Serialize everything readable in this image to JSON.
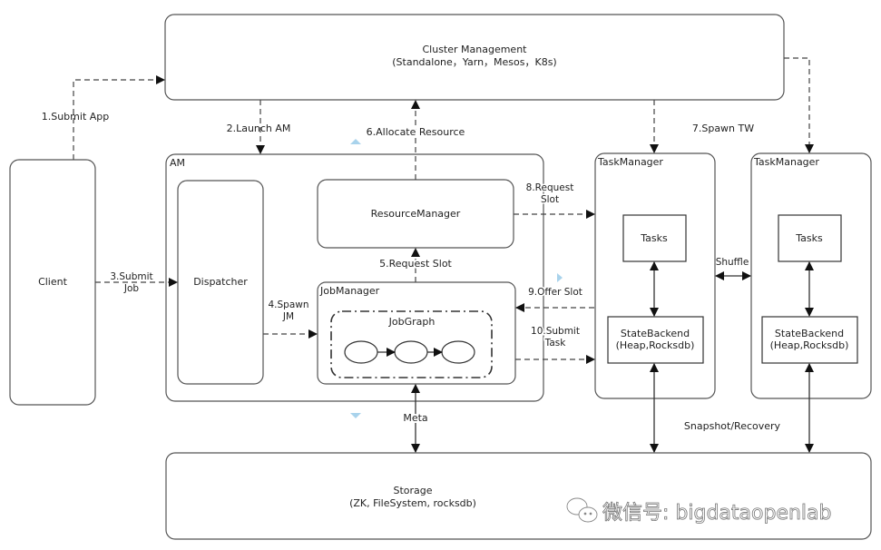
{
  "diagram": {
    "title": "Flink runtime architecture",
    "nodes": {
      "cluster_management": {
        "title": "Cluster Management",
        "subtitle": "(Standalone，Yarn，Mesos，K8s)"
      },
      "client": {
        "label": "Client"
      },
      "am": {
        "label": "AM"
      },
      "dispatcher": {
        "label": "Dispatcher"
      },
      "resource_manager": {
        "label": "ResourceManager"
      },
      "job_manager": {
        "label": "JobManager"
      },
      "job_graph": {
        "label": "JobGraph",
        "vertex_count": 3
      },
      "task_manager_1": {
        "label": "TaskManager",
        "tasks": "Tasks",
        "state_backend": "StateBackend",
        "state_backend_sub": "(Heap,Rocksdb)"
      },
      "task_manager_2": {
        "label": "TaskManager",
        "tasks": "Tasks",
        "state_backend": "StateBackend",
        "state_backend_sub": "(Heap,Rocksdb)"
      },
      "storage": {
        "title": "Storage",
        "subtitle": "(ZK, FileSystem, rocksdb)"
      }
    },
    "edges": {
      "submit_app": "1.Submit App",
      "launch_am": "2.Launch AM",
      "submit_job_1": "3.Submit",
      "submit_job_2": "Job",
      "spawn_jm_1": "4.Spawn",
      "spawn_jm_2": "JM",
      "request_slot_5": "5.Request Slot",
      "allocate_resource": "6.Allocate Resource",
      "spawn_tw": "7.Spawn TW",
      "request_slot_8_1": "8.Request",
      "request_slot_8_2": "Slot",
      "offer_slot": "9.Offer Slot",
      "submit_task_1": "10.Submit",
      "submit_task_2": "Task",
      "shuffle": "Shuffle",
      "meta": "Meta",
      "snapshot_recovery": "Snapshot/Recovery"
    },
    "watermark": "微信号: bigdataopenlab"
  }
}
